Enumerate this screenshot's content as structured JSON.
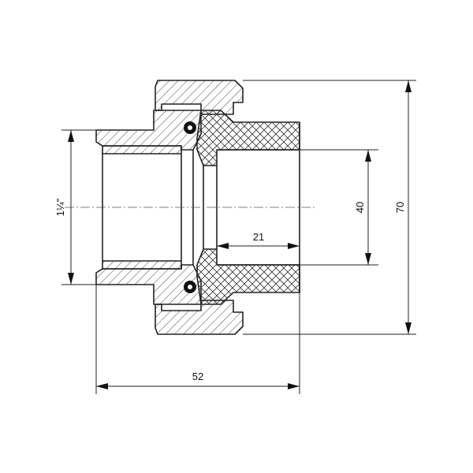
{
  "dimensions": {
    "thread_size": "1¼\"",
    "inner_diameter": "40",
    "outer_diameter": "70",
    "socket_depth": "21",
    "overall_length": "52"
  }
}
